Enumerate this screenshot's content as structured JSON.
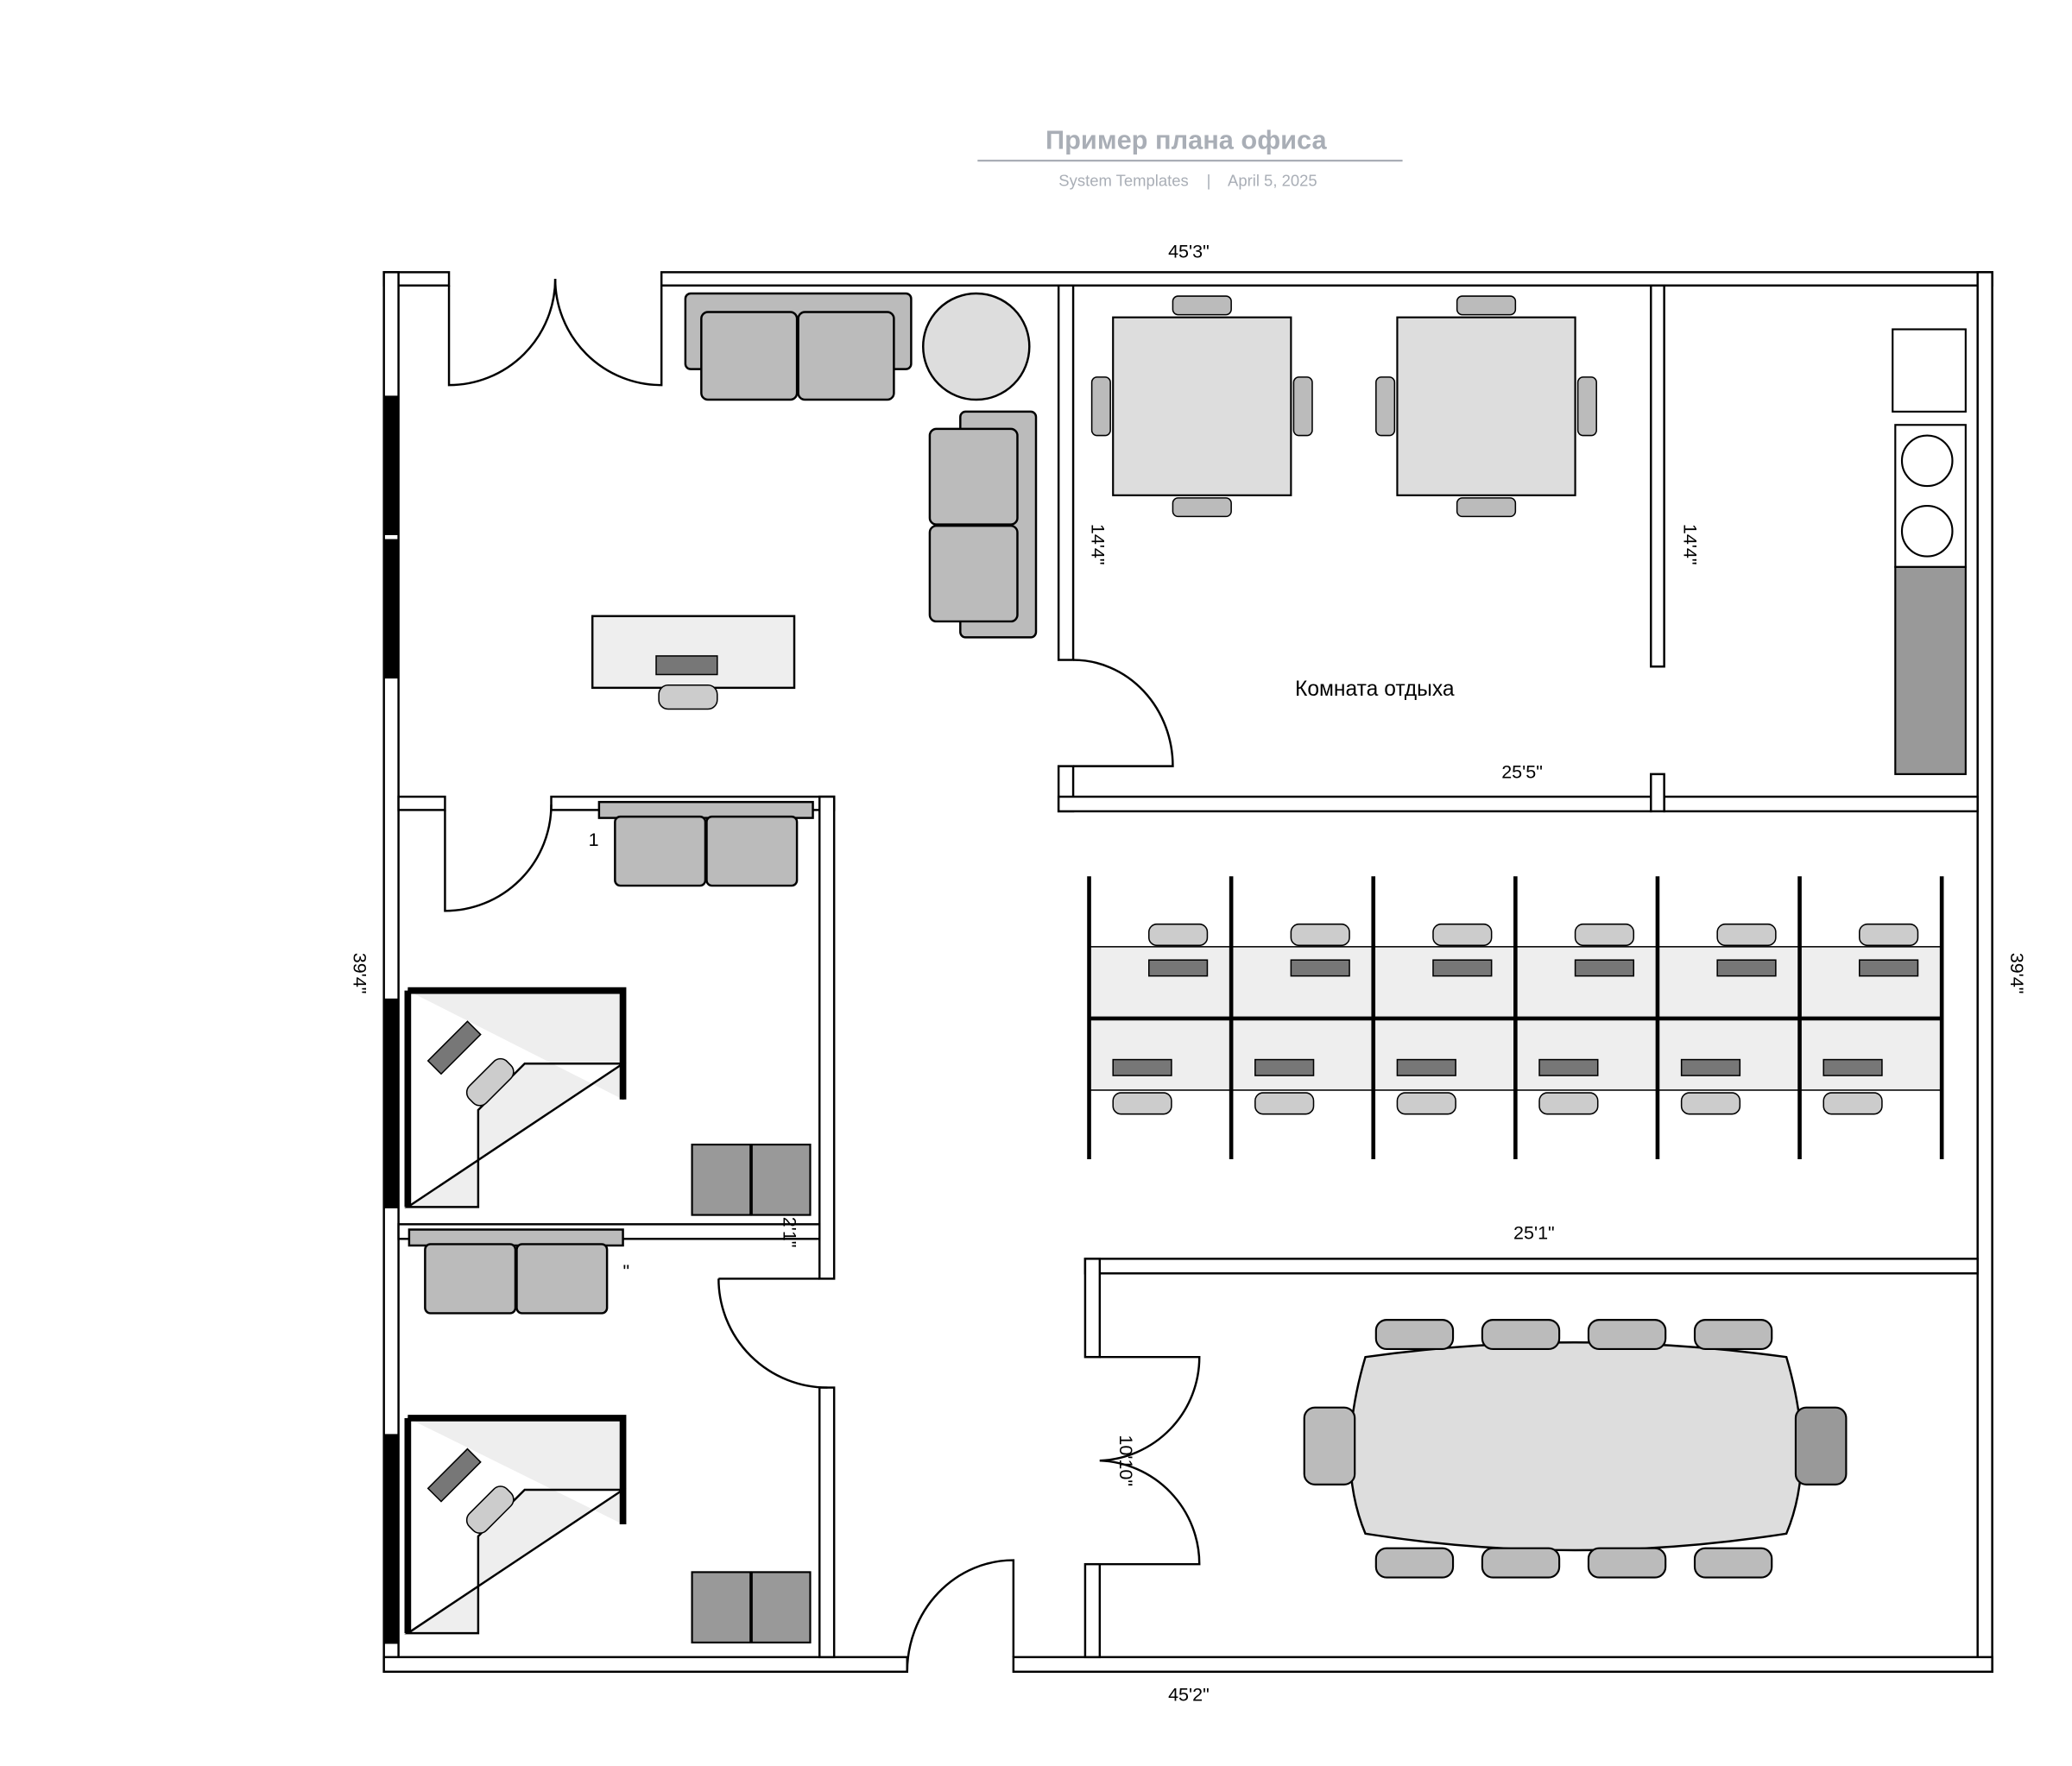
{
  "header": {
    "title": "Пример плана офиса",
    "source": "System Templates",
    "separator": "|",
    "date": "April 5, 2025"
  },
  "plan": {
    "room_label": "Комната отдыха",
    "dimensions": {
      "top": "45'3\"",
      "bottom": "45'2\"",
      "left": "39'4\"",
      "right": "39'4\"",
      "break_room_height": "14'4\"",
      "kitchen_height": "14'4\"",
      "break_room_width": "25'5\"",
      "open_area_width": "25'1\"",
      "conference_door": "10'10\"",
      "office_partial_1": "1",
      "office_partial_2": "2'1\"",
      "office_partial_3": "\""
    }
  },
  "colors": {
    "title": "#a9aeb6",
    "furniture": "#bbbbbb",
    "dark_furniture": "#999999",
    "desk": "#eeeeee"
  }
}
